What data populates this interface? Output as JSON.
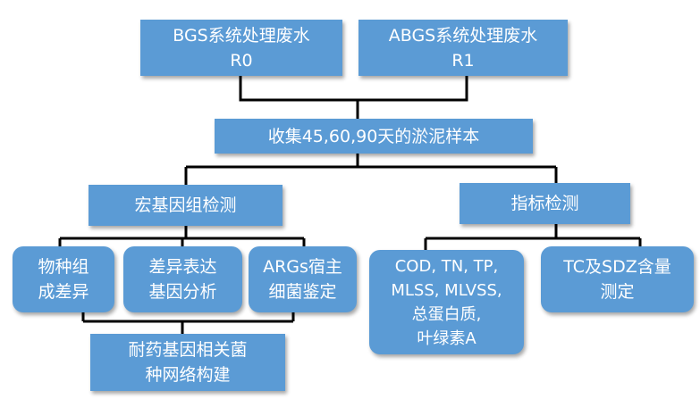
{
  "nodes": {
    "bgs_r0": "BGS系统处理废水\nR0",
    "abgs_r1": "ABGS系统处理废水\nR1",
    "sludge_sampling": "收集45,60,90天的淤泥样本",
    "metagenome": "宏基因组检测",
    "indicators": "指标检测",
    "species_composition": "物种组\n成差异",
    "diff_expression": "差异表达\n基因分析",
    "args_host": "ARGs宿主\n细菌鉴定",
    "water_quality": "COD, TN, TP,\nMLSS, MLVSS,\n总蛋白质,\n叶绿素A",
    "tc_sdz": "TC及SDZ含量\n测定",
    "network": "耐药基因相关菌\n种网络构建"
  }
}
